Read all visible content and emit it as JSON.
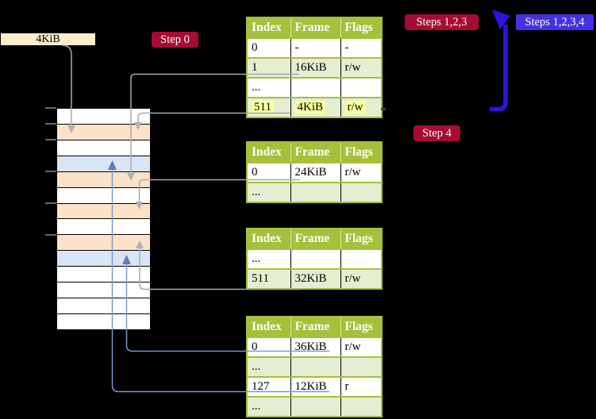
{
  "colors": {
    "background": "#000000",
    "table_header_green": "#a3c139",
    "table_row_light_green": "#e6eed2",
    "highlight_yellow": "#ffff9d",
    "memory_orange": "#fce3c7",
    "memory_blue": "#d9e5f4",
    "label_cream": "#fbecca",
    "badge_red": "#a60c33",
    "badge_blue": "#4531e4",
    "flow_arrow_blue": "#2c14e0",
    "connector_gray": "#a9a9a9",
    "connector_blue": "#7b99cf"
  },
  "page_frame_label": "4KiB",
  "badges": {
    "step0": "Step 0",
    "steps123": "Steps 1,2,3",
    "steps1234": "Steps 1,2,3,4",
    "step4": "Step 4"
  },
  "tables": [
    {
      "name": "page-table-top",
      "headers": [
        "Index",
        "Frame",
        "Flags"
      ],
      "rows": [
        {
          "cells": [
            "0",
            "-",
            "-"
          ],
          "shaded": false,
          "highlighted": false
        },
        {
          "cells": [
            "1",
            "16KiB",
            "r/w"
          ],
          "shaded": true,
          "highlighted": false
        },
        {
          "cells": [
            "...",
            "",
            ""
          ],
          "shaded": false,
          "highlighted": false
        },
        {
          "cells": [
            "511",
            "4KiB",
            "r/w"
          ],
          "shaded": true,
          "highlighted": true
        }
      ]
    },
    {
      "name": "page-table-second",
      "headers": [
        "Index",
        "Frame",
        "Flags"
      ],
      "rows": [
        {
          "cells": [
            "0",
            "24KiB",
            "r/w"
          ],
          "shaded": false,
          "highlighted": false
        },
        {
          "cells": [
            "...",
            "",
            ""
          ],
          "shaded": true,
          "highlighted": false
        }
      ]
    },
    {
      "name": "page-table-third",
      "headers": [
        "Index",
        "Frame",
        "Flags"
      ],
      "rows": [
        {
          "cells": [
            "...",
            "",
            ""
          ],
          "shaded": false,
          "highlighted": false
        },
        {
          "cells": [
            "511",
            "32KiB",
            "r/w"
          ],
          "shaded": true,
          "highlighted": false
        }
      ]
    },
    {
      "name": "page-table-bottom",
      "headers": [
        "Index",
        "Frame",
        "Flags"
      ],
      "rows": [
        {
          "cells": [
            "0",
            "36KiB",
            "r/w"
          ],
          "shaded": false,
          "highlighted": false
        },
        {
          "cells": [
            "...",
            "",
            ""
          ],
          "shaded": true,
          "highlighted": false
        },
        {
          "cells": [
            "127",
            "12KiB",
            "r"
          ],
          "shaded": false,
          "highlighted": false
        },
        {
          "cells": [
            "...",
            "",
            ""
          ],
          "shaded": true,
          "highlighted": false
        }
      ]
    }
  ],
  "memory": {
    "rows": [
      {
        "kind": "white"
      },
      {
        "kind": "orange"
      },
      {
        "kind": "white"
      },
      {
        "kind": "blue"
      },
      {
        "kind": "orange"
      },
      {
        "kind": "white"
      },
      {
        "kind": "orange"
      },
      {
        "kind": "white"
      },
      {
        "kind": "orange"
      },
      {
        "kind": "blue"
      },
      {
        "kind": "white"
      },
      {
        "kind": "white"
      },
      {
        "kind": "white"
      },
      {
        "kind": "white"
      }
    ]
  }
}
